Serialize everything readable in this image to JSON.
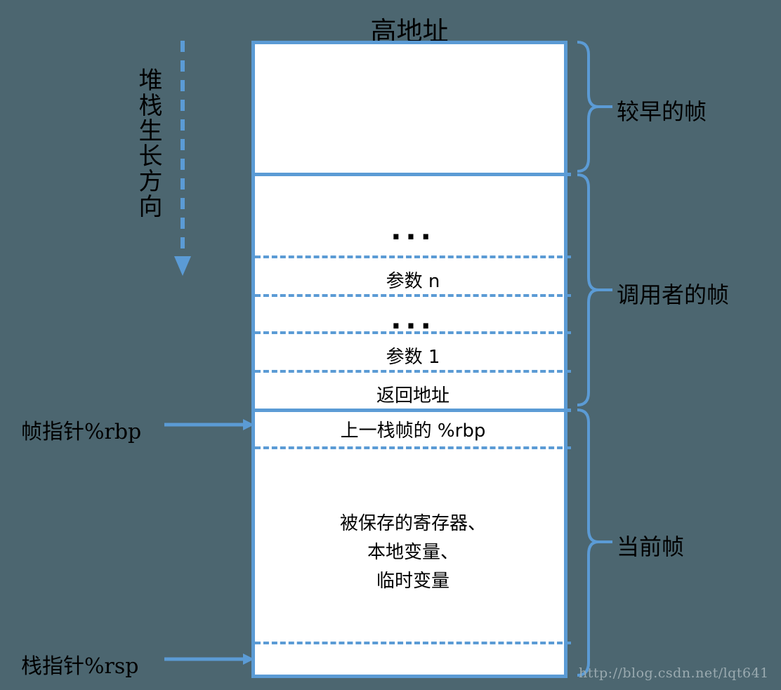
{
  "title": "高地址",
  "colors": {
    "background": "#4c6670",
    "accent_blue": "#5b9bd5",
    "box_fill": "#ffffff",
    "text": "#000000",
    "watermark": "#9aaab0"
  },
  "growth_arrow": {
    "label": "堆栈生长方向",
    "style": "dashed-down-arrow",
    "icon": "arrow-down-icon"
  },
  "pointers": [
    {
      "label": "帧指针%rbp",
      "icon": "arrow-right-icon",
      "target_row": "上一栈帧的 %rbp"
    },
    {
      "label": "栈指针%rsp",
      "icon": "arrow-right-icon",
      "target_row": "stack-top"
    }
  ],
  "frames": [
    {
      "label": "较早的帧",
      "icon": "curly-brace-icon"
    },
    {
      "label": "调用者的帧",
      "icon": "curly-brace-icon"
    },
    {
      "label": "当前帧",
      "icon": "curly-brace-icon"
    }
  ],
  "stack_rows": [
    {
      "id": "earlier-frames-empty",
      "text": "",
      "divider_below": "solid"
    },
    {
      "id": "caller-ellipsis-top",
      "text": "...",
      "divider_below": "dashed"
    },
    {
      "id": "arg-n",
      "text": "参数 n",
      "divider_below": "dashed"
    },
    {
      "id": "args-ellipsis",
      "text": "...",
      "divider_below": "dashed"
    },
    {
      "id": "arg-1",
      "text": "参数 1",
      "divider_below": "dashed"
    },
    {
      "id": "return-address",
      "text": "返回地址",
      "divider_below": "solid"
    },
    {
      "id": "saved-rbp",
      "text": "上一栈帧的 %rbp",
      "divider_below": "dashed"
    },
    {
      "id": "saved-regs-locals-temps",
      "text": "被保存的寄存器、\n本地变量、\n临时变量",
      "divider_below": "dashed"
    },
    {
      "id": "stack-top",
      "text": "",
      "divider_below": "none"
    }
  ],
  "row_texts": {
    "ellipsis_top": "...",
    "arg_n": "参数 n",
    "ellipsis_mid": "...",
    "arg_1": "参数 1",
    "return_address": "返回地址",
    "saved_rbp": "上一栈帧的 %rbp",
    "body_line_1": "被保存的寄存器、",
    "body_line_2": "本地变量、",
    "body_line_3": "临时变量"
  },
  "watermark": "http://blog.csdn.net/lqt641"
}
